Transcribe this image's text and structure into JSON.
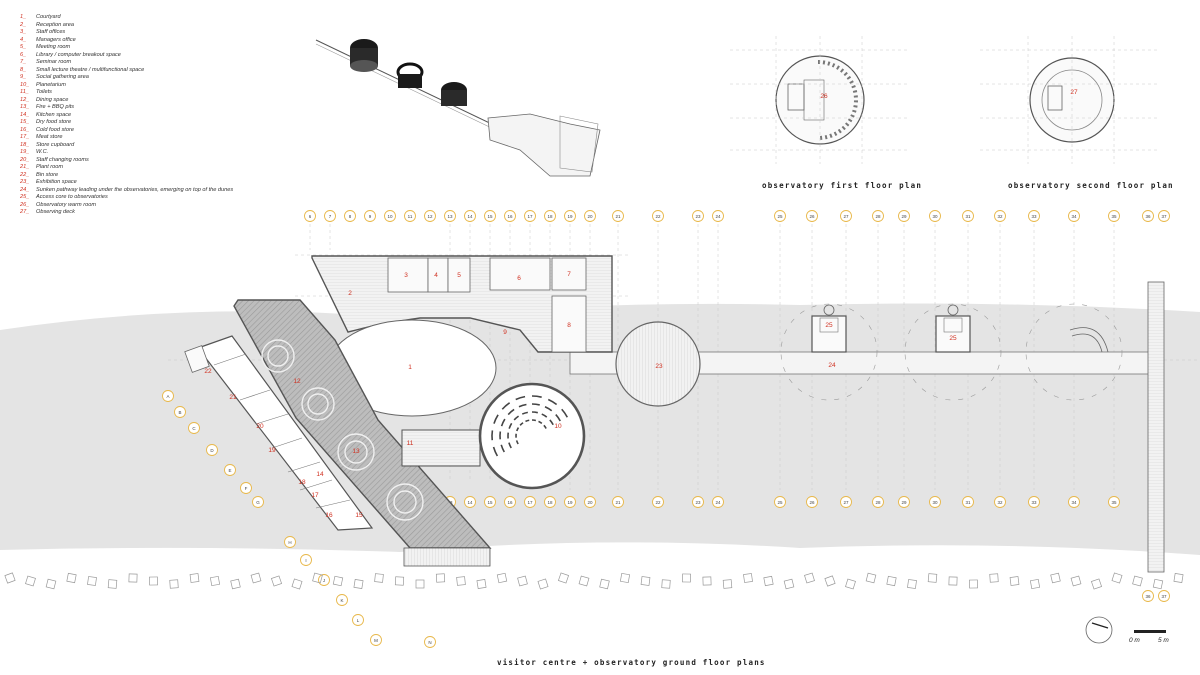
{
  "legend": [
    {
      "num": "1_",
      "label": "Courtyard"
    },
    {
      "num": "2_",
      "label": "Reception area"
    },
    {
      "num": "3_",
      "label": "Staff offices"
    },
    {
      "num": "4_",
      "label": "Managers office"
    },
    {
      "num": "5_",
      "label": "Meeting room"
    },
    {
      "num": "6_",
      "label": "Library / computer breakout space"
    },
    {
      "num": "7_",
      "label": "Seminar room"
    },
    {
      "num": "8_",
      "label": "Small lecture theatre / multifunctional space"
    },
    {
      "num": "9_",
      "label": "Social gathering area"
    },
    {
      "num": "10_",
      "label": "Planetarium"
    },
    {
      "num": "11_",
      "label": "Toilets"
    },
    {
      "num": "12_",
      "label": "Dining space"
    },
    {
      "num": "13_",
      "label": "Fire + BBQ pits"
    },
    {
      "num": "14_",
      "label": "Kitchen space"
    },
    {
      "num": "15_",
      "label": "Dry food store"
    },
    {
      "num": "16_",
      "label": "Cold food store"
    },
    {
      "num": "17_",
      "label": "Meat store"
    },
    {
      "num": "18_",
      "label": "Store cupboard"
    },
    {
      "num": "19_",
      "label": "W.C."
    },
    {
      "num": "20_",
      "label": "Staff changing rooms"
    },
    {
      "num": "21_",
      "label": "Plant room"
    },
    {
      "num": "22_",
      "label": "Bin store"
    },
    {
      "num": "23_",
      "label": "Exhibition space"
    },
    {
      "num": "24_",
      "label": "Sunken pathway leading under the observatories, emerging on top of the dunes"
    },
    {
      "num": "25_",
      "label": "Access core to observatories"
    },
    {
      "num": "26_",
      "label": "Observatory warm room"
    },
    {
      "num": "27_",
      "label": "Observing deck"
    }
  ],
  "titles": {
    "first_floor": "observatory first floor plan",
    "second_floor": "observatory second floor plan",
    "ground_floor": "visitor centre + observatory ground floor plans"
  },
  "room_labels": {
    "r1": "1",
    "r2": "2",
    "r3": "3",
    "r4": "4",
    "r5": "5",
    "r6": "6",
    "r7": "7",
    "r8": "8",
    "r9": "9",
    "r10": "10",
    "r11": "11",
    "r12": "12",
    "r13": "13",
    "r14": "14",
    "r15": "15",
    "r16": "16",
    "r17": "17",
    "r18": "18",
    "r19": "19",
    "r20": "20",
    "r21": "21",
    "r22": "22",
    "r23": "23",
    "r24": "24",
    "r25a": "25",
    "r25b": "25",
    "r26": "26",
    "r27": "27"
  },
  "grid_top": [
    "6",
    "7",
    "8",
    "9",
    "10",
    "11",
    "12",
    "13",
    "14",
    "15",
    "16",
    "17",
    "18",
    "19",
    "20",
    "21",
    "22",
    "23",
    "24",
    "25",
    "26",
    "27",
    "28",
    "29",
    "30",
    "31",
    "32",
    "33",
    "34",
    "35",
    "36",
    "37"
  ],
  "grid_bottom": [
    "13",
    "14",
    "15",
    "16",
    "17",
    "18",
    "19",
    "20",
    "21",
    "22",
    "23",
    "24",
    "25",
    "26",
    "27",
    "28",
    "29",
    "30",
    "31",
    "32",
    "33",
    "34",
    "35"
  ],
  "grid_right": [
    "36",
    "37"
  ],
  "grid_left": [
    "A",
    "B",
    "C",
    "D",
    "E",
    "F",
    "G",
    "H",
    "I",
    "J",
    "K",
    "L",
    "M",
    "N"
  ],
  "scale": {
    "start": "0 m",
    "end": "5 m"
  },
  "colors": {
    "accent": "#d03020",
    "bubble": "#e8b84a",
    "dune": "#e4e4e4",
    "hatch": "#a6a6a6"
  }
}
